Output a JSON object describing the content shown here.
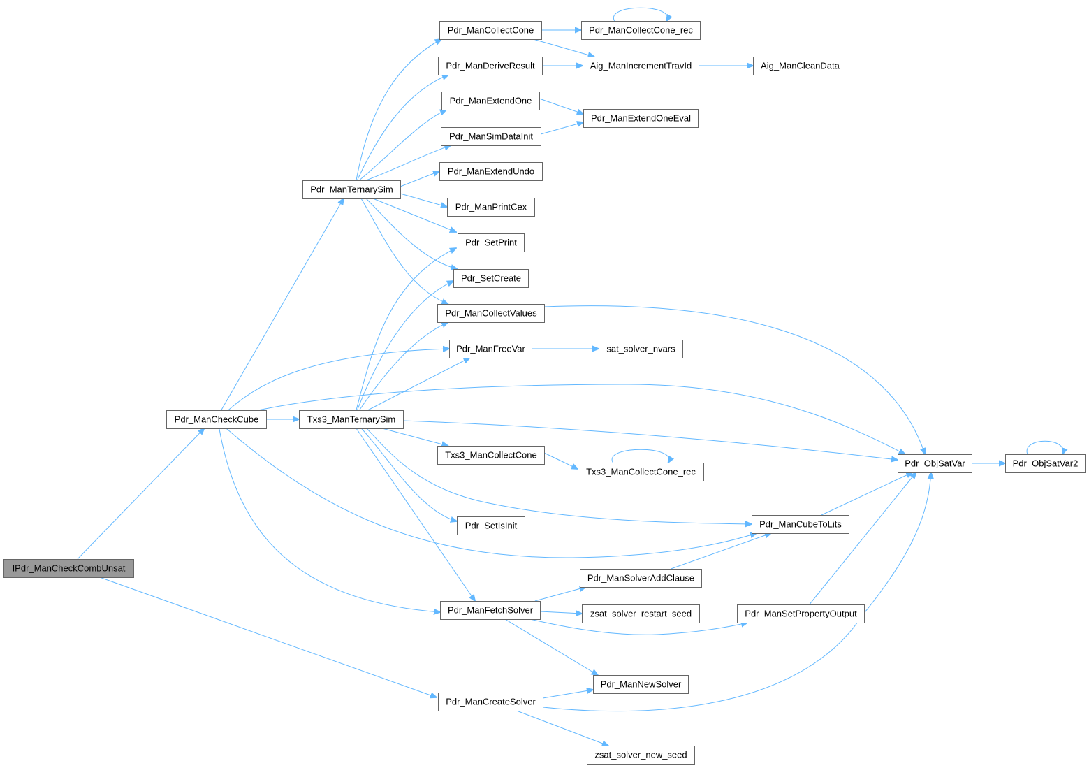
{
  "graph": {
    "root": "root",
    "nodes": [
      {
        "id": "root",
        "label": "IPdr_ManCheckCombUnsat"
      },
      {
        "id": "checkcube",
        "label": "Pdr_ManCheckCube"
      },
      {
        "id": "ternarysim",
        "label": "Pdr_ManTernarySim"
      },
      {
        "id": "txs3sim",
        "label": "Txs3_ManTernarySim"
      },
      {
        "id": "collectcone",
        "label": "Pdr_ManCollectCone"
      },
      {
        "id": "collectcone_rec",
        "label": "Pdr_ManCollectCone_rec"
      },
      {
        "id": "derive",
        "label": "Pdr_ManDeriveResult"
      },
      {
        "id": "aigtrav",
        "label": "Aig_ManIncrementTravId"
      },
      {
        "id": "aigclean",
        "label": "Aig_ManCleanData"
      },
      {
        "id": "extendone",
        "label": "Pdr_ManExtendOne"
      },
      {
        "id": "extendoneeval",
        "label": "Pdr_ManExtendOneEval"
      },
      {
        "id": "simdatainit",
        "label": "Pdr_ManSimDataInit"
      },
      {
        "id": "extendundo",
        "label": "Pdr_ManExtendUndo"
      },
      {
        "id": "printcex",
        "label": "Pdr_ManPrintCex"
      },
      {
        "id": "setprint",
        "label": "Pdr_SetPrint"
      },
      {
        "id": "setcreate",
        "label": "Pdr_SetCreate"
      },
      {
        "id": "collectvalues",
        "label": "Pdr_ManCollectValues"
      },
      {
        "id": "freevar",
        "label": "Pdr_ManFreeVar"
      },
      {
        "id": "nvars",
        "label": "sat_solver_nvars"
      },
      {
        "id": "objsatvar",
        "label": "Pdr_ObjSatVar"
      },
      {
        "id": "objsatvar2",
        "label": "Pdr_ObjSatVar2"
      },
      {
        "id": "txs3cone",
        "label": "Txs3_ManCollectCone"
      },
      {
        "id": "txs3cone_rec",
        "label": "Txs3_ManCollectCone_rec"
      },
      {
        "id": "setisinit",
        "label": "Pdr_SetIsInit"
      },
      {
        "id": "cubetolits",
        "label": "Pdr_ManCubeToLits"
      },
      {
        "id": "addclause",
        "label": "Pdr_ManSolverAddClause"
      },
      {
        "id": "fetch",
        "label": "Pdr_ManFetchSolver"
      },
      {
        "id": "restartseed",
        "label": "zsat_solver_restart_seed"
      },
      {
        "id": "setprop",
        "label": "Pdr_ManSetPropertyOutput"
      },
      {
        "id": "newsolver",
        "label": "Pdr_ManNewSolver"
      },
      {
        "id": "createsolver",
        "label": "Pdr_ManCreateSolver"
      },
      {
        "id": "newseed",
        "label": "zsat_solver_new_seed"
      }
    ],
    "edges": [
      [
        "root",
        "checkcube"
      ],
      [
        "root",
        "createsolver"
      ],
      [
        "checkcube",
        "ternarysim"
      ],
      [
        "checkcube",
        "txs3sim"
      ],
      [
        "checkcube",
        "freevar"
      ],
      [
        "checkcube",
        "objsatvar"
      ],
      [
        "checkcube",
        "cubetolits"
      ],
      [
        "checkcube",
        "fetch"
      ],
      [
        "ternarysim",
        "collectcone"
      ],
      [
        "ternarysim",
        "derive"
      ],
      [
        "ternarysim",
        "extendone"
      ],
      [
        "ternarysim",
        "simdatainit"
      ],
      [
        "ternarysim",
        "extendundo"
      ],
      [
        "ternarysim",
        "printcex"
      ],
      [
        "ternarysim",
        "setprint"
      ],
      [
        "ternarysim",
        "setcreate"
      ],
      [
        "ternarysim",
        "collectvalues"
      ],
      [
        "txs3sim",
        "setprint"
      ],
      [
        "txs3sim",
        "setcreate"
      ],
      [
        "txs3sim",
        "collectvalues"
      ],
      [
        "txs3sim",
        "freevar"
      ],
      [
        "txs3sim",
        "objsatvar"
      ],
      [
        "txs3sim",
        "txs3cone"
      ],
      [
        "txs3sim",
        "setisinit"
      ],
      [
        "txs3sim",
        "cubetolits"
      ],
      [
        "txs3sim",
        "fetch"
      ],
      [
        "collectcone",
        "collectcone_rec"
      ],
      [
        "collectcone",
        "aigtrav"
      ],
      [
        "collectcone_rec",
        "collectcone_rec"
      ],
      [
        "derive",
        "aigtrav"
      ],
      [
        "aigtrav",
        "aigclean"
      ],
      [
        "extendone",
        "extendoneeval"
      ],
      [
        "simdatainit",
        "extendoneeval"
      ],
      [
        "collectvalues",
        "objsatvar"
      ],
      [
        "freevar",
        "nvars"
      ],
      [
        "objsatvar",
        "objsatvar2"
      ],
      [
        "objsatvar2",
        "objsatvar2"
      ],
      [
        "txs3cone",
        "txs3cone_rec"
      ],
      [
        "txs3cone_rec",
        "txs3cone_rec"
      ],
      [
        "cubetolits",
        "objsatvar"
      ],
      [
        "addclause",
        "cubetolits"
      ],
      [
        "fetch",
        "addclause"
      ],
      [
        "fetch",
        "restartseed"
      ],
      [
        "fetch",
        "setprop"
      ],
      [
        "fetch",
        "newsolver"
      ],
      [
        "setprop",
        "objsatvar"
      ],
      [
        "createsolver",
        "newsolver"
      ],
      [
        "createsolver",
        "objsatvar"
      ],
      [
        "createsolver",
        "newseed"
      ]
    ]
  },
  "colors": {
    "edge": "#63b8ff",
    "node_border": "#666666",
    "root_fill": "#999999",
    "node_fill": "#ffffff"
  }
}
